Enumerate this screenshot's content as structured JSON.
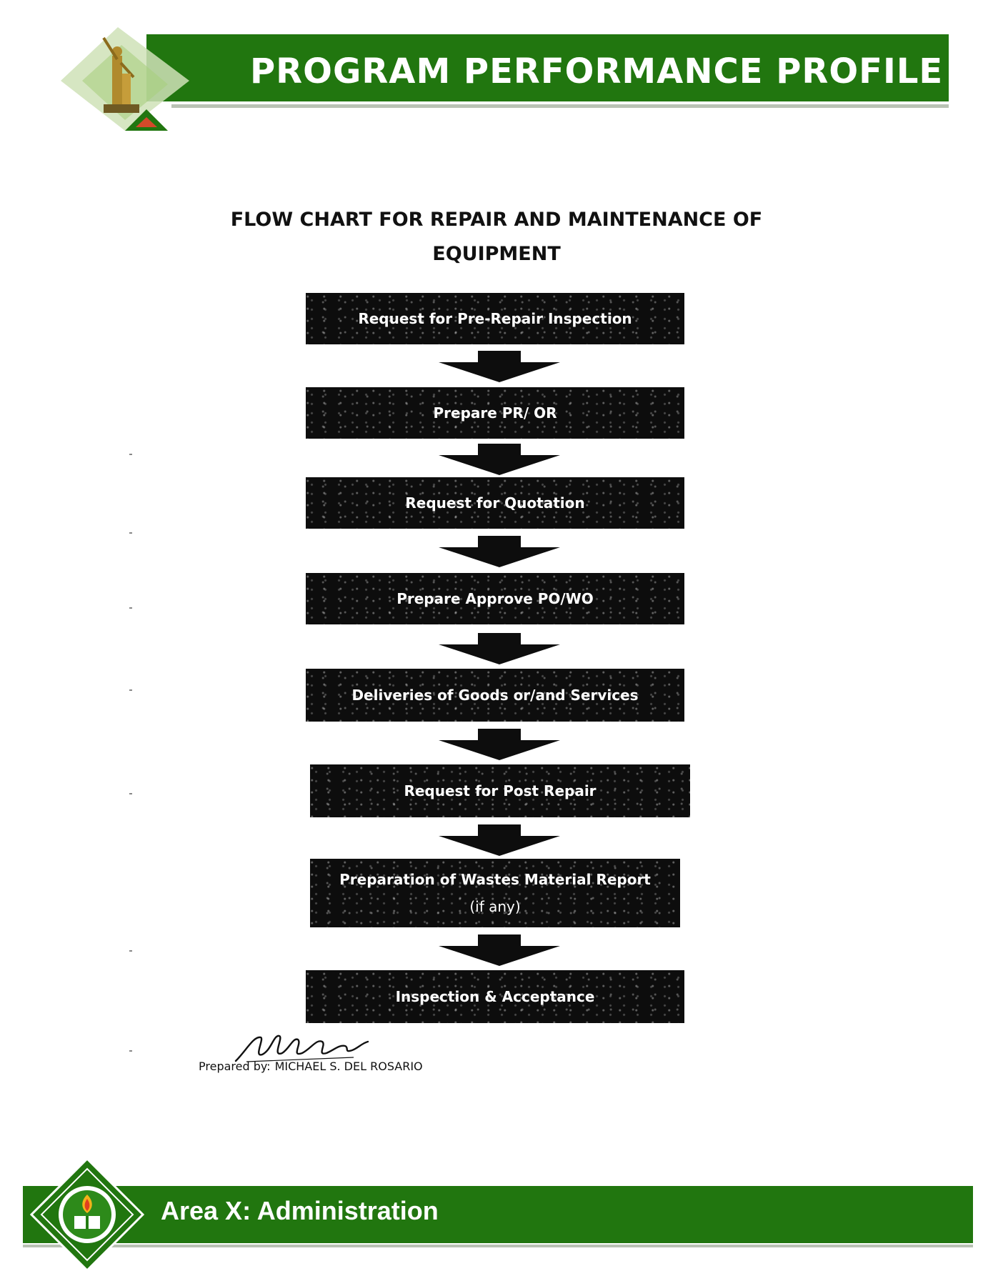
{
  "header": {
    "title": "PROGRAM PERFORMANCE PROFILE"
  },
  "document": {
    "title_line1": "FLOW CHART FOR REPAIR AND MAINTENANCE OF",
    "title_line2": "EQUIPMENT"
  },
  "flowchart": {
    "steps": [
      {
        "label": "Request for Pre-Repair Inspection"
      },
      {
        "label": "Prepare PR/ OR"
      },
      {
        "label": "Request for Quotation"
      },
      {
        "label": "Prepare Approve PO/WO"
      },
      {
        "label": "Deliveries of Goods  or/and Services"
      },
      {
        "label": "Request for Post Repair"
      },
      {
        "label": "Preparation of Wastes Material Report",
        "note": "(if any)"
      },
      {
        "label": "Inspection & Acceptance"
      }
    ]
  },
  "prepared_by": {
    "label": "Prepared by:",
    "name": "MICHAEL S. DEL ROSARIO"
  },
  "footer": {
    "title": "Area X: Administration"
  },
  "colors": {
    "brand_green": "#21760f",
    "box_fill": "#0d0d0d",
    "rule_gray": "#b9c2b4"
  }
}
